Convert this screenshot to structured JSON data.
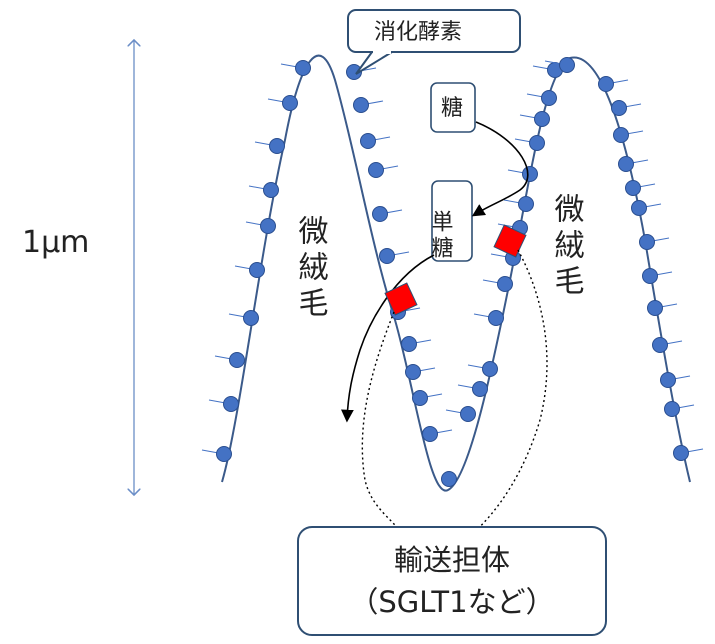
{
  "scale_label": "1μm",
  "villus_left_label": "微絨毛",
  "villus_right_label": "微絨毛",
  "enzyme_label": "消化酵素",
  "sugar_label": "糖",
  "monosaccharide_label": "単糖",
  "transporter_label_line1": "輸送担体",
  "transporter_label_line2": "（SGLT1など）",
  "colors": {
    "membrane": "#3b5a8a",
    "enzyme_dot": "#4472c4",
    "enzyme_stroke": "#2a4e8f",
    "transporter": "#ff0000",
    "arrow": "#000000",
    "scale": "#6b8ec7"
  },
  "icons": [
    "enzyme-dot-icon",
    "transporter-square-icon",
    "arrow-icon"
  ]
}
